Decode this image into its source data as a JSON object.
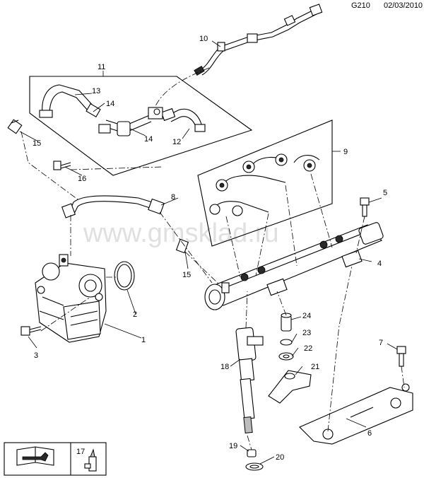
{
  "header": {
    "code": "G210",
    "date": "02/03/2010"
  },
  "watermark": "www.gmsklad.ru",
  "callouts": [
    "1",
    "2",
    "3",
    "4",
    "5",
    "6",
    "7",
    "8",
    "9",
    "10",
    "11",
    "12",
    "13",
    "14",
    "14",
    "15",
    "15",
    "16",
    "17",
    "18",
    "19",
    "20",
    "21",
    "22",
    "23",
    "24"
  ],
  "legend": {
    "code": "17"
  }
}
